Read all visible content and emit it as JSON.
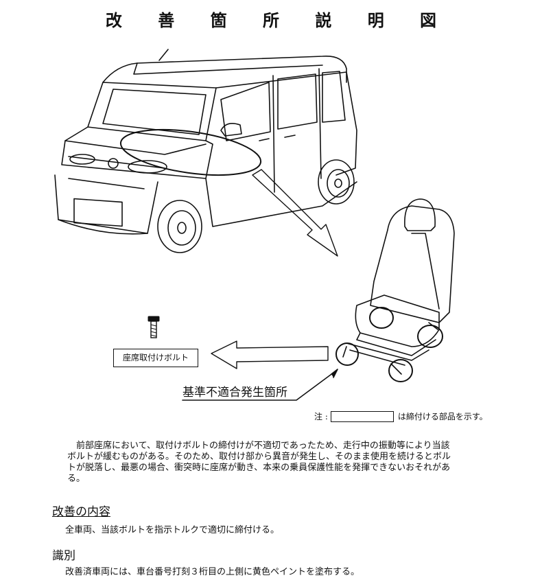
{
  "title": "改 善 箇 所 説 明 図",
  "callouts": {
    "bolt_label": "座席取付けボルト",
    "defect_location": "基準不適合発生箇所"
  },
  "note": {
    "prefix": "注 :",
    "suffix": "は締付ける部品を示す。"
  },
  "description": {
    "line1": "前部座席において、取付けボルトの締付けが不適切であったため、走行中の振動等により当該",
    "line2": "ボルトが緩むものがある。そのため、取付け部から異音が発生し、そのまま使用を続けるとボル",
    "line3": "トが脱落し、最悪の場合、衝突時に座席が動き、本来の乗員保護性能を発揮できないおそれがあ",
    "line4": "る。"
  },
  "improvement": {
    "heading": "改善の内容",
    "body": "全車両、当該ボルトを指示トルクで適切に締付ける。"
  },
  "identification": {
    "heading": "識別",
    "body": "改善済車両には、車台番号打刻３桁目の上側に黄色ペイントを塗布する。"
  }
}
